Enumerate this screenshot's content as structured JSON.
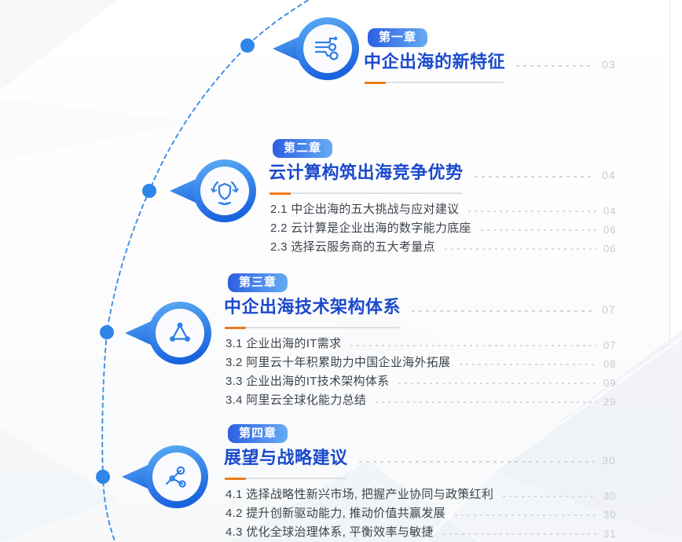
{
  "document": {
    "kind": "report-table-of-contents",
    "colors": {
      "accent_blue": "#2e87e8",
      "title_blue": "#1b49cc",
      "badge_gradient_start": "#2d5fe3",
      "badge_gradient_end": "#66abf4",
      "underline_orange": "#ec7a1c",
      "leader_gray": "#d3d7db",
      "page_number_gray": "#c6cacf"
    },
    "chapters": [
      {
        "badge": "第一章",
        "title": "中企出海的新特征",
        "page": "03",
        "icon": "circuit-flow-icon",
        "items": []
      },
      {
        "badge": "第二章",
        "title": "云计算构筑出海竞争优势",
        "page": "04",
        "icon": "shield-protect-icon",
        "items": [
          {
            "label": "2.1 中企出海的五大挑战与应对建议",
            "page": "04"
          },
          {
            "label": "2.2 云计算是企业出海的数字能力底座",
            "page": "06"
          },
          {
            "label": "2.3 选择云服务商的五大考量点",
            "page": "06"
          }
        ]
      },
      {
        "badge": "第三章",
        "title": "中企出海技术架构体系",
        "page": "07",
        "icon": "triangle-network-icon",
        "items": [
          {
            "label": "3.1 企业出海的IT需求",
            "page": "07"
          },
          {
            "label": "3.2 阿里云十年积累助力中国企业海外拓展",
            "page": "08"
          },
          {
            "label": "3.3 企业出海的IT技术架构体系",
            "page": "09"
          },
          {
            "label": "3.4 阿里云全球化能力总结",
            "page": "29"
          }
        ]
      },
      {
        "badge": "第四章",
        "title": "展望与战略建议",
        "page": "30",
        "icon": "share-nodes-icon",
        "items": [
          {
            "label": "4.1 选择战略性新兴市场, 把握产业协同与政策红利",
            "page": "30"
          },
          {
            "label": "4.2 提升创新驱动能力, 推动价值共赢发展",
            "page": "30"
          },
          {
            "label": "4.3 优化全球治理体系, 平衡效率与敏捷",
            "page": "31"
          }
        ]
      }
    ]
  }
}
